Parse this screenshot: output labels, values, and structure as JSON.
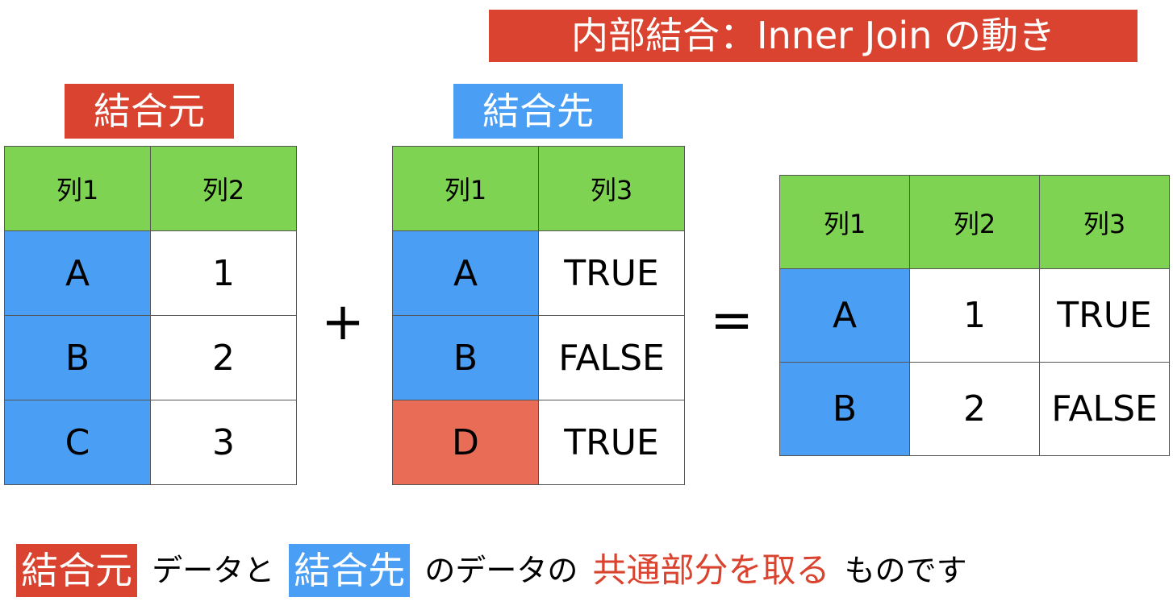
{
  "title": "内部結合：Inner Join の動き",
  "colors": {
    "header": "#7fd352",
    "key_match": "#4a9ff5",
    "key_unmatched": "#e86c56",
    "accent_red": "#d9432f"
  },
  "source_table": {
    "label": "結合元",
    "headers": [
      "列1",
      "列2"
    ],
    "rows": [
      [
        "A",
        "1"
      ],
      [
        "B",
        "2"
      ],
      [
        "C",
        "3"
      ]
    ]
  },
  "target_table": {
    "label": "結合先",
    "headers": [
      "列1",
      "列3"
    ],
    "rows": [
      [
        "A",
        "TRUE"
      ],
      [
        "B",
        "FALSE"
      ],
      [
        "D",
        "TRUE"
      ]
    ]
  },
  "result_table": {
    "headers": [
      "列1",
      "列2",
      "列3"
    ],
    "rows": [
      [
        "A",
        "1",
        "TRUE"
      ],
      [
        "B",
        "2",
        "FALSE"
      ]
    ]
  },
  "operators": {
    "plus": "+",
    "equals": "="
  },
  "caption": {
    "badge_source": "結合元",
    "text1": "データと",
    "badge_target": "結合先",
    "text2": "のデータの",
    "highlight": "共通部分を取る",
    "text3": "ものです"
  }
}
